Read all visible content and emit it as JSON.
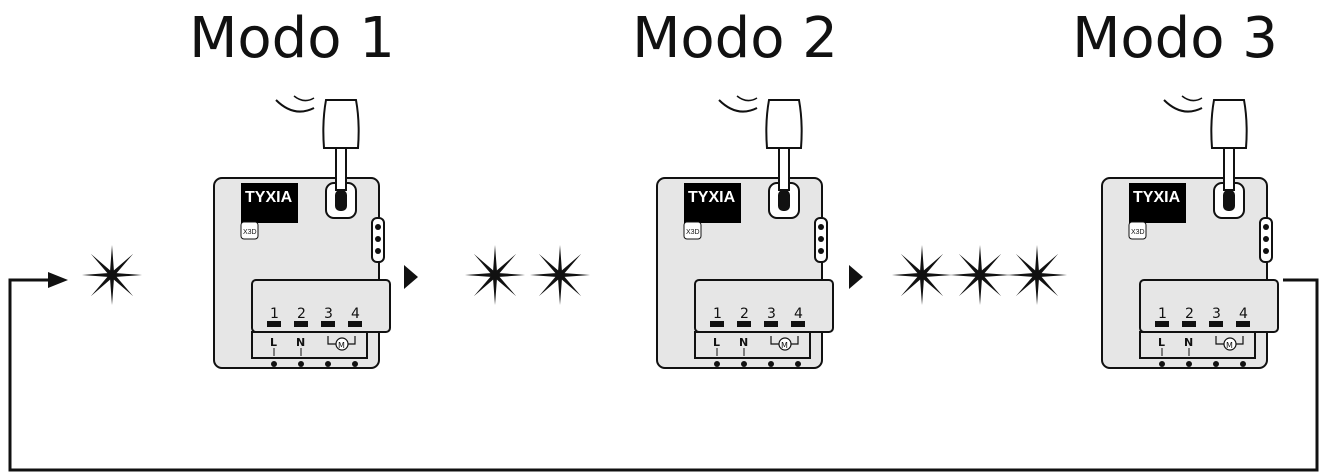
{
  "modes": [
    {
      "title": "Modo 1",
      "flashes": 1
    },
    {
      "title": "Modo 2",
      "flashes": 2
    },
    {
      "title": "Modo 3",
      "flashes": 3
    }
  ],
  "device": {
    "brand": "TYXIA",
    "badge": "X3D",
    "terminals": [
      "1",
      "2",
      "3",
      "4"
    ],
    "wiring_labels": [
      "L",
      "N",
      "M"
    ]
  },
  "colors": {
    "device_body": "#e6e6e6",
    "brand_bg": "#000000",
    "stroke": "#111111"
  }
}
